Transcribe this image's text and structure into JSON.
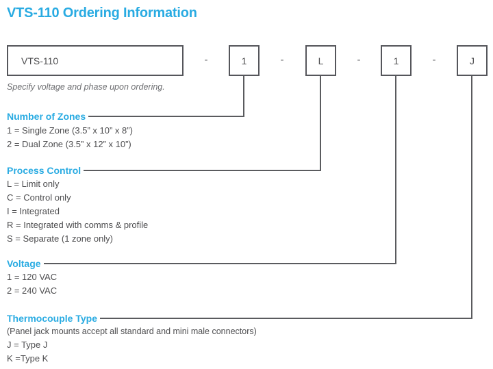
{
  "title": "VTS-110 Ordering Information",
  "part_number": {
    "base": "VTS-110",
    "separator": "-",
    "segments": [
      "1",
      "L",
      "1",
      "J"
    ]
  },
  "note": "Specify voltage and phase upon ordering.",
  "sections": [
    {
      "heading": "Number of Zones",
      "items": [
        "1 = Single Zone (3.5” x 10” x 8”)",
        "2 = Dual Zone (3.5” x 12” x 10”)"
      ]
    },
    {
      "heading": "Process Control",
      "items": [
        "L = Limit only",
        "C = Control only",
        "I = Integrated",
        "R = Integrated with comms & profile",
        "S = Separate (1 zone only)"
      ]
    },
    {
      "heading": "Voltage",
      "items": [
        "1 = 120 VAC",
        "2 = 240 VAC"
      ]
    },
    {
      "heading": "Thermocouple Type",
      "subnote": "(Panel jack mounts accept all standard and mini male connectors)",
      "items": [
        "J = Type J",
        "K =Type K"
      ]
    }
  ],
  "colors": {
    "accent": "#29abe2",
    "body_text": "#4d4d4f",
    "line": "#5a5b5e"
  }
}
